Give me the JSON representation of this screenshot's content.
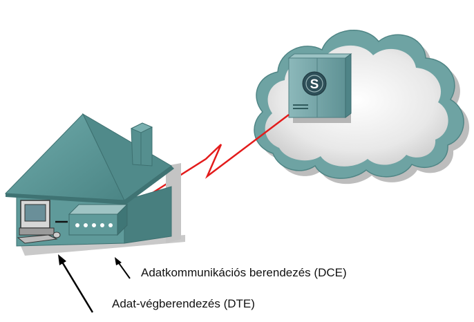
{
  "labels": {
    "dce": "Adatkommunikációs berendezés (DCE)",
    "dte": "Adat-végberendezés (DTE)"
  },
  "icons": {
    "switch_symbol": "S"
  },
  "colors": {
    "house": "#5f9a9a",
    "house_dark": "#3e7575",
    "roof": "#5a9696",
    "shadow": "#c9c9c9",
    "link": "#e31b1b",
    "cloud_edge": "#6ea3a3",
    "cloud_fill": "#e6e6e6",
    "switch": "#6fa0a3",
    "arrow": "#000000"
  }
}
